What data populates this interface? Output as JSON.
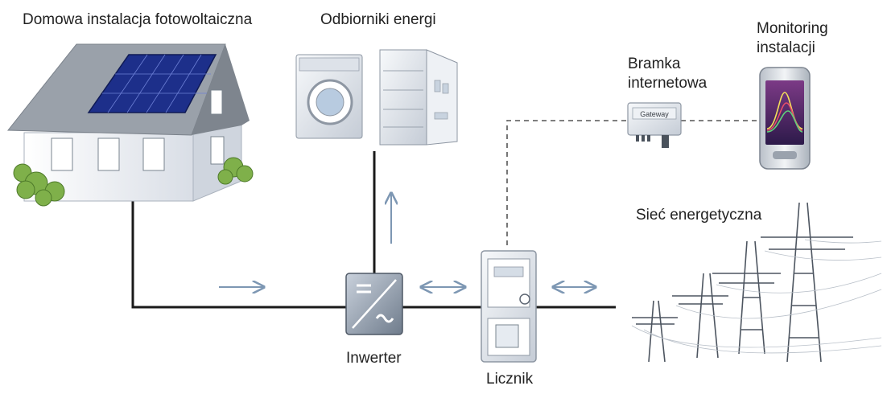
{
  "labels": {
    "pv_home": "Domowa instalacja fotowoltaiczna",
    "consumers": "Odbiorniki energi",
    "gateway_line1": "Bramka",
    "gateway_line2": "internetowa",
    "monitoring_line1": "Monitoring",
    "monitoring_line2": "instalacji",
    "grid": "Sieć energetyczna",
    "inverter": "Inwerter",
    "meter": "Licznik",
    "gateway_device_text": "Gateway"
  },
  "colors": {
    "wire": "#1a1a1a",
    "arrow": "#7d97b3",
    "dashed": "#555555",
    "panel": "#1d2f8a",
    "roof": "#8d939b",
    "wall": "#f2f4f7",
    "bush": "#7fb04a"
  },
  "icons": [
    "house-solar-icon",
    "washing-machine-icon",
    "fridge-icon",
    "inverter-icon",
    "meter-icon",
    "gateway-icon",
    "smartphone-icon",
    "power-pylon-icon"
  ]
}
